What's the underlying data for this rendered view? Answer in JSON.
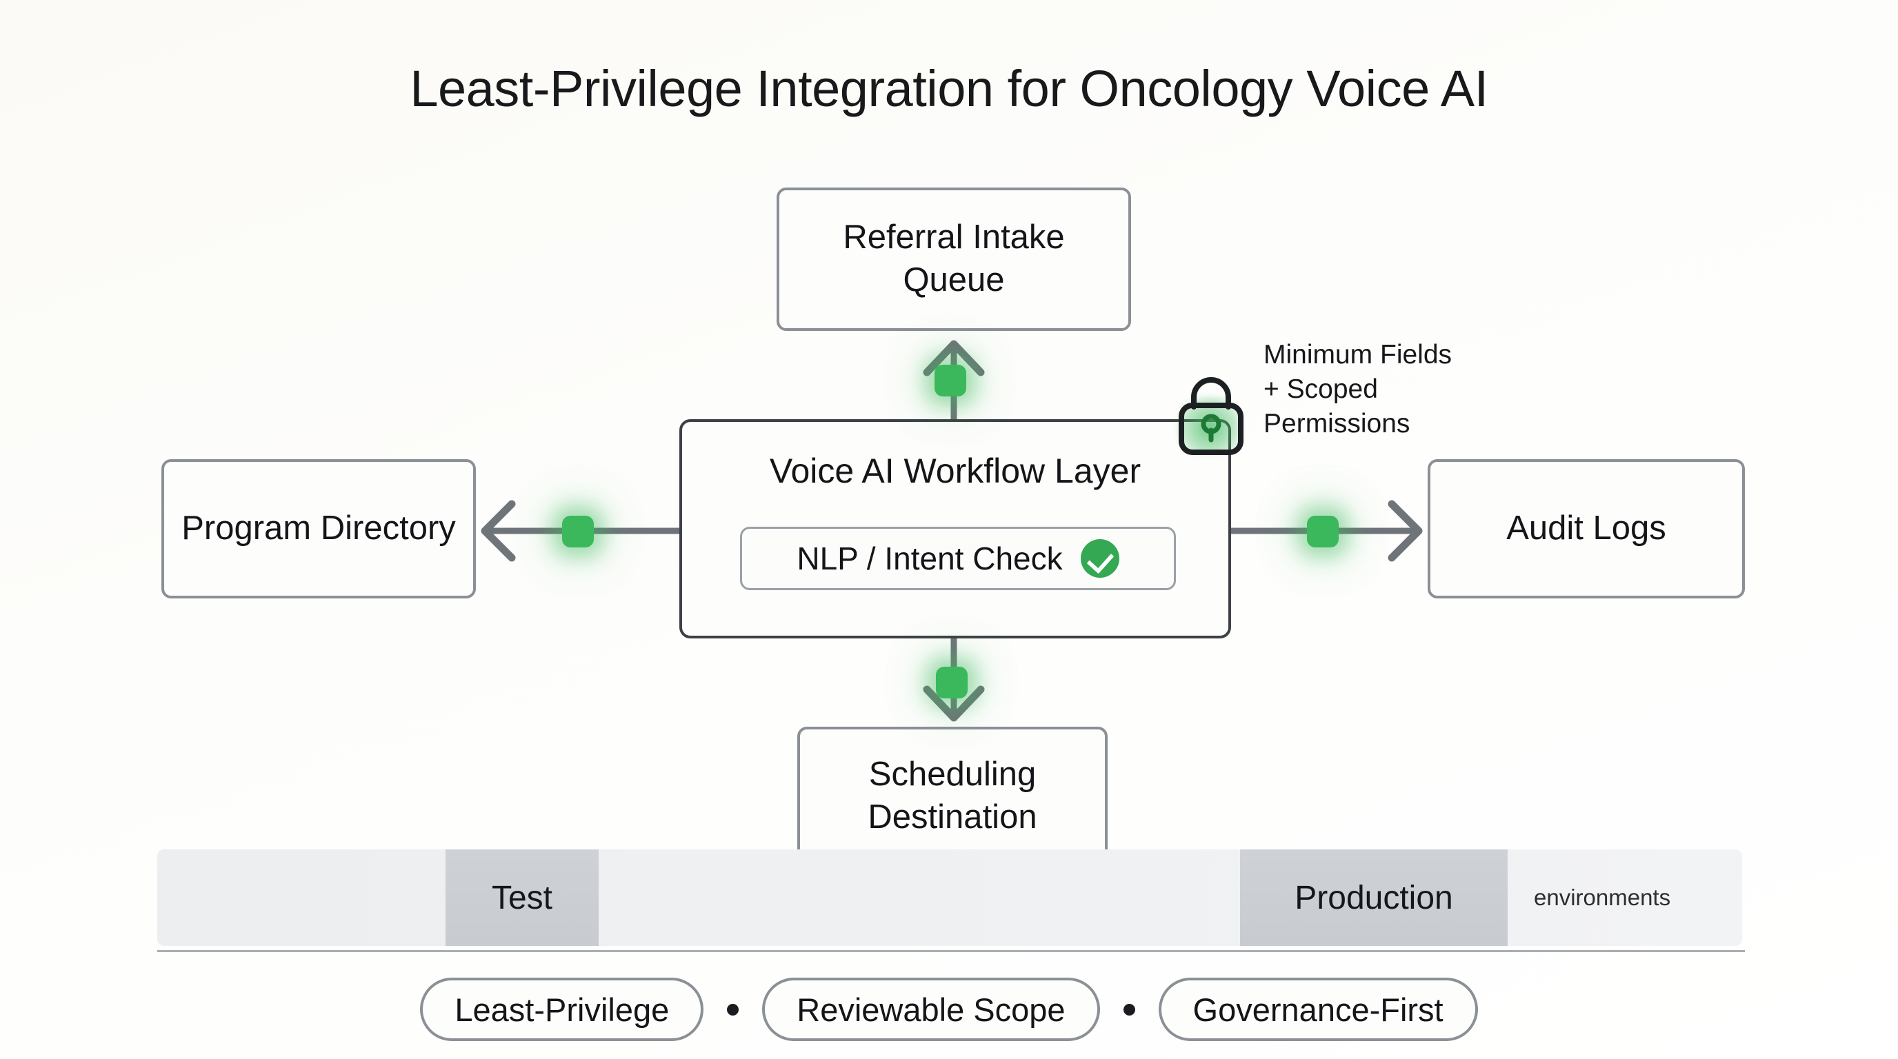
{
  "title": "Least-Privilege Integration for Oncology Voice AI",
  "colors": {
    "accent_green": "#3cb85c",
    "check_green": "#34a853",
    "box_border": "#8b9096",
    "layer_border": "#3d4146",
    "wire": "#6f747a",
    "background": "#fbfaf6"
  },
  "nodes": {
    "referral": "Referral Intake Queue",
    "program": "Program Directory",
    "audit": "Audit Logs",
    "schedule": "Scheduling Destination"
  },
  "layer": {
    "title": "Voice AI Workflow Layer",
    "chip_label": "NLP / Intent Check",
    "chip_status_icon": "check-circle-icon"
  },
  "lock": {
    "icon": "lock-icon",
    "note": "Minimum Fields + Scoped Permissions"
  },
  "environments": {
    "caption": "environments",
    "segments": [
      {
        "label": "Test",
        "active": true
      },
      {
        "label": "Production",
        "active": true
      }
    ]
  },
  "footer": {
    "pills": [
      "Least-Privilege",
      "Reviewable Scope",
      "Governance-First"
    ],
    "separator": "•"
  }
}
